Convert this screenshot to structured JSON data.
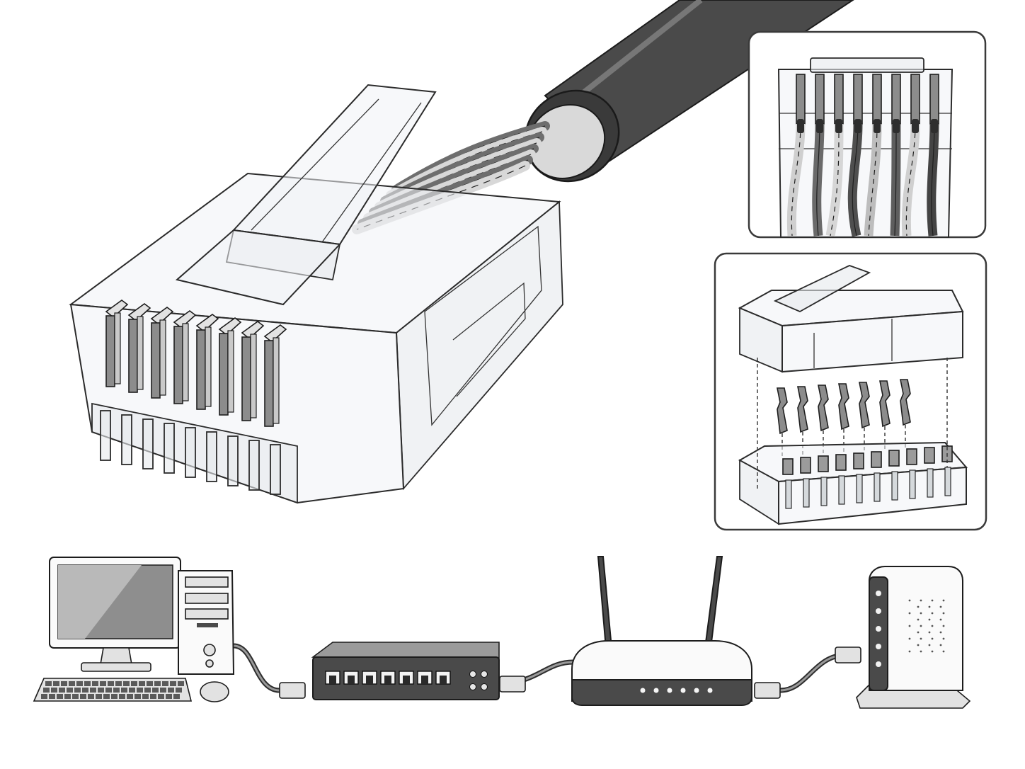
{
  "diagram": {
    "contact_count": 8,
    "exploded_contact_count": 7,
    "switch_port_count": 7,
    "router_led_count": 6,
    "modem_led_count": 5,
    "colors": {
      "outline": "#2a2a2a",
      "cable_jacket": "#4a4a4a",
      "contact_metal": "#8c8c8c",
      "plug_body": "#f1f3f5",
      "background": "#ffffff"
    },
    "icons": {
      "main_plug": "rj45-connector-icon",
      "detail_top": "rj45-wire-detail-icon",
      "detail_exploded": "rj45-exploded-view-icon",
      "computer": "desktop-computer-icon",
      "switch": "network-switch-icon",
      "router": "wifi-router-icon",
      "modem": "modem-icon"
    }
  }
}
